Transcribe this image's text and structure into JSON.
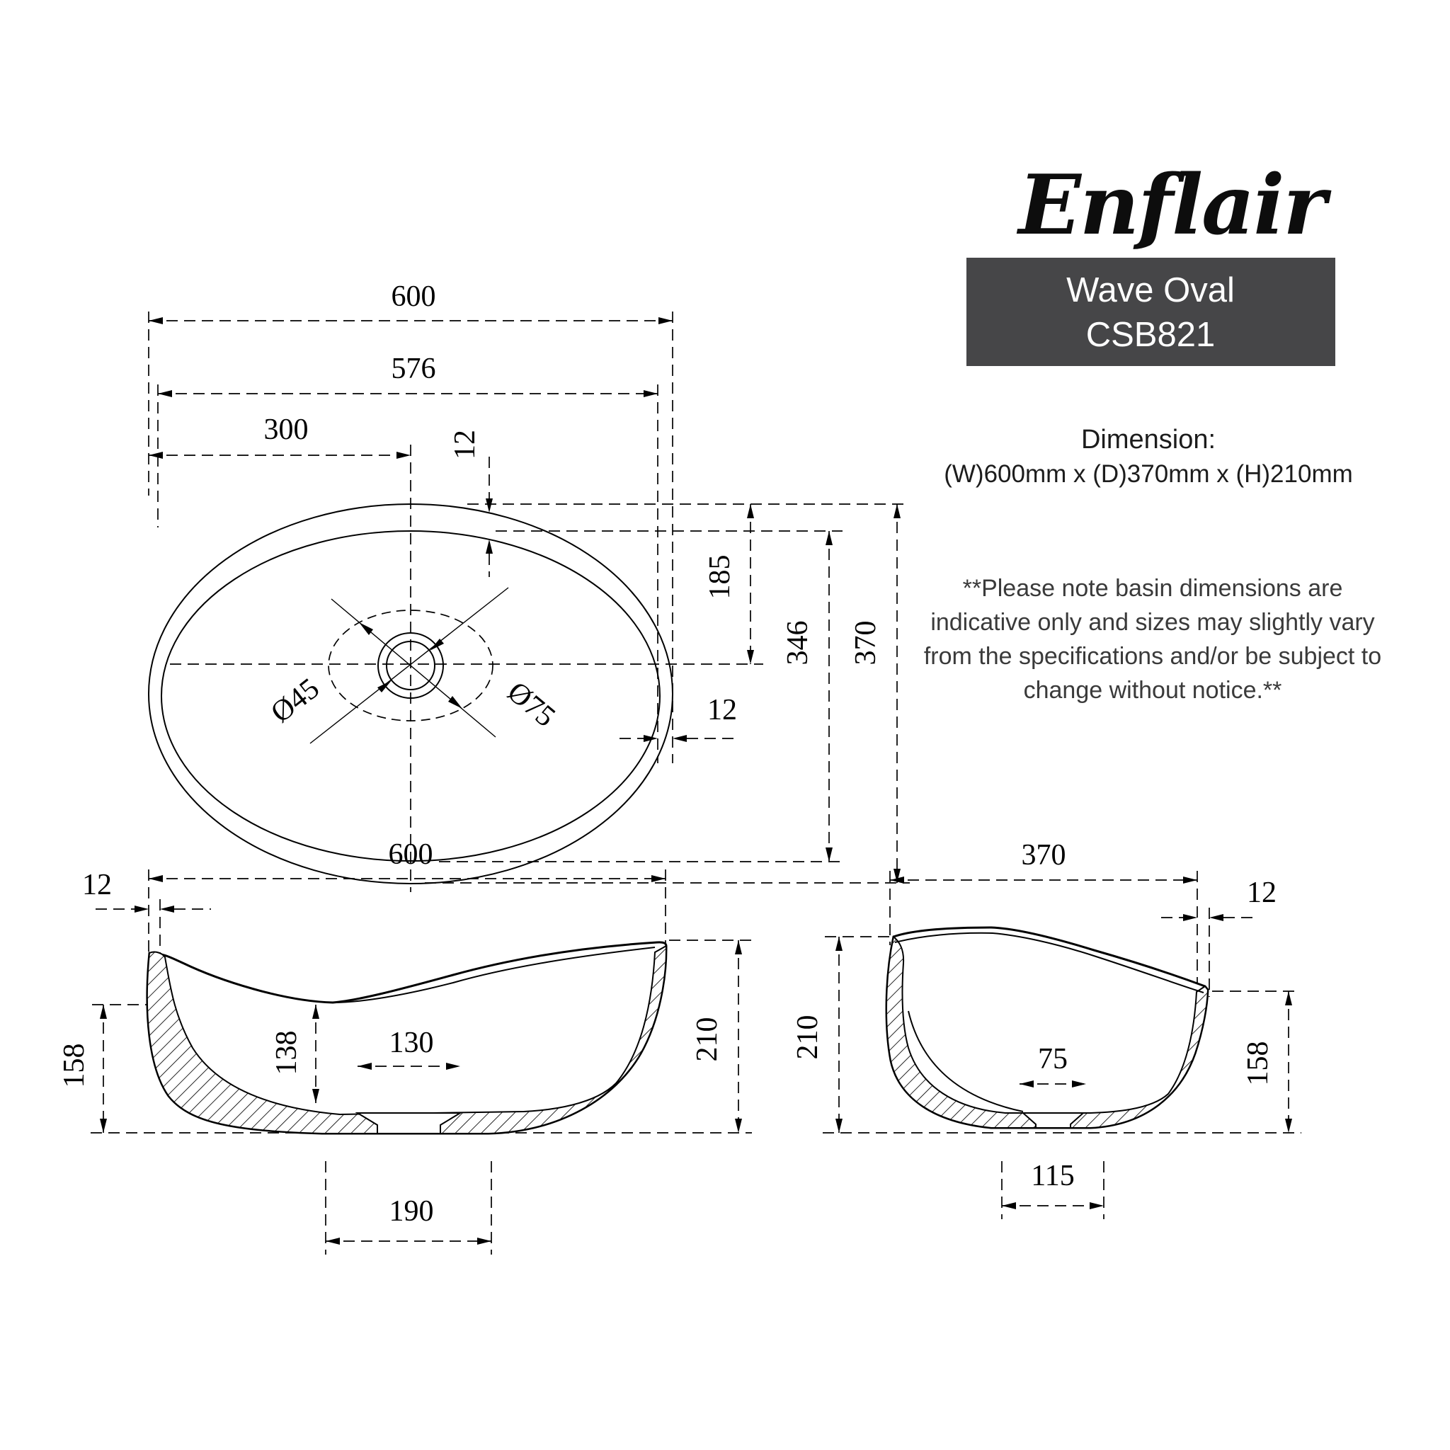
{
  "brand": {
    "logo_text": "Enflair"
  },
  "title_block": {
    "product_name": "Wave Oval",
    "product_code": "CSB821",
    "bg_color": "#464648",
    "text_color": "#ffffff"
  },
  "specs": {
    "heading": "Dimension:",
    "dimensions_line": "(W)600mm x (D)370mm x (H)210mm"
  },
  "disclaimer": {
    "line1": "**Please note basin dimensions are",
    "line2": "indicative only and sizes may slightly vary",
    "line3": "from the specifications and/or be subject to",
    "line4": "change without notice.**"
  },
  "top_view": {
    "view_name": "plan view",
    "dims": {
      "overall_width": "600",
      "inner_rim_width": "576",
      "center_offset": "300",
      "rim_thickness_top": "12",
      "half_depth": "185",
      "inner_depth": "346",
      "overall_depth": "370",
      "rim_thickness_side": "12",
      "drain_hole_diameter": "Ø45",
      "drain_recess_diameter": "Ø75"
    }
  },
  "front_view": {
    "view_name": "front elevation",
    "dims": {
      "overall_width": "600",
      "wall_thickness": "12",
      "front_height": "158",
      "inner_depth": "138",
      "recess_top_width": "130",
      "base_width": "190",
      "overall_height": "210"
    }
  },
  "side_view": {
    "view_name": "side elevation",
    "dims": {
      "overall_depth": "370",
      "wall_thickness": "12",
      "overall_height": "210",
      "front_height": "158",
      "recess_width": "75",
      "base_width": "115"
    }
  },
  "drawing": {
    "line_color": "#000000",
    "background": "#ffffff"
  }
}
